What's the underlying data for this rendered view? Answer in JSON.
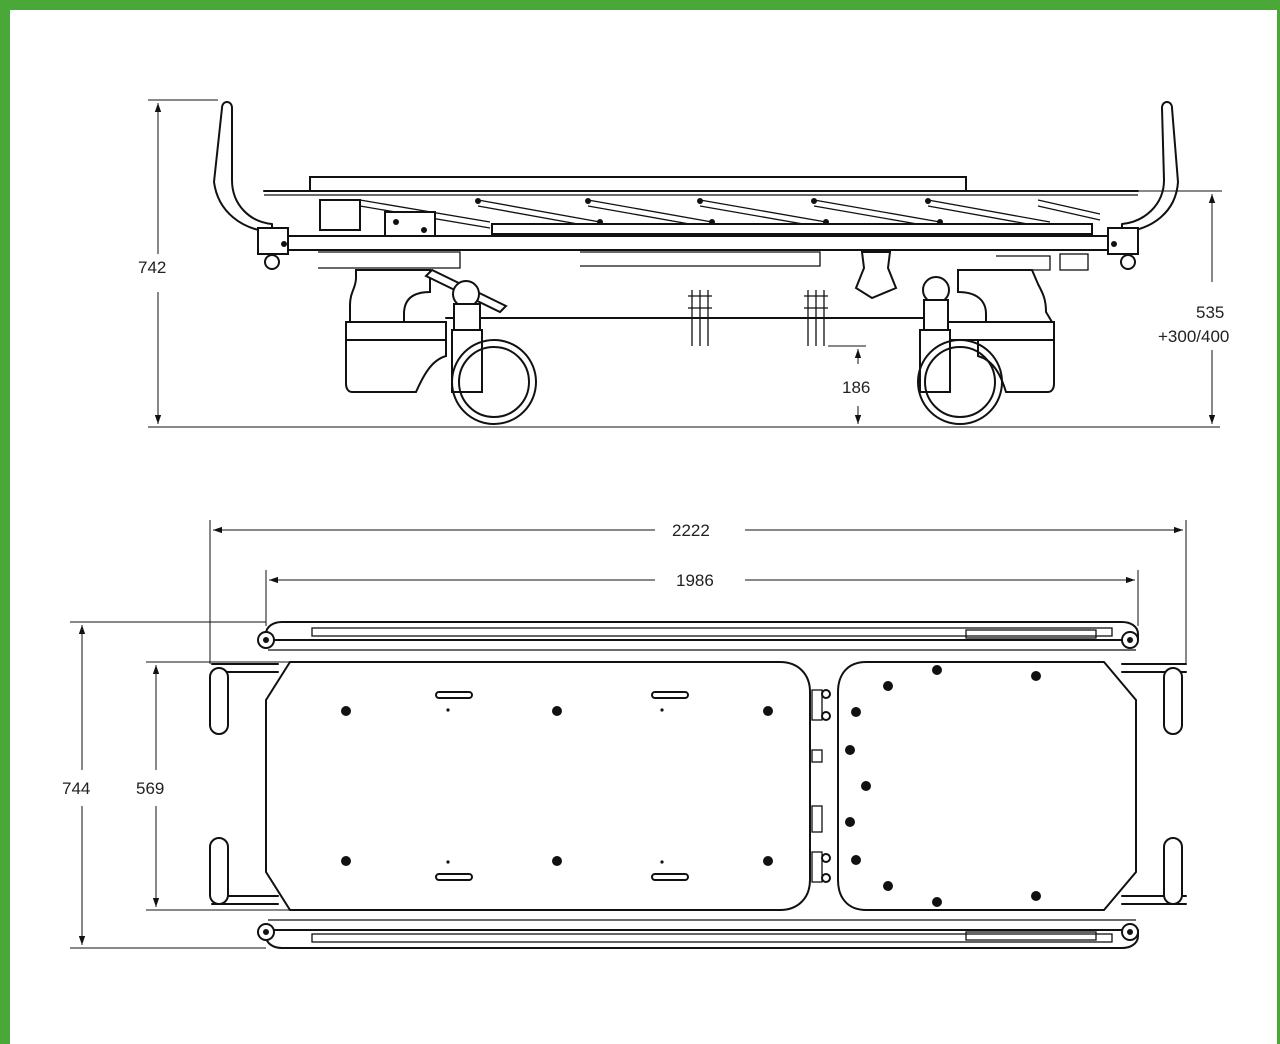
{
  "frame": {
    "border_color": "#4aa838"
  },
  "side_view": {
    "height_total": "742",
    "deck_height": "535",
    "deck_height_range": "+300/400",
    "ground_clearance": "186"
  },
  "top_view": {
    "length_total": "2222",
    "length_inner": "1986",
    "width_total": "744",
    "width_inner": "569"
  }
}
